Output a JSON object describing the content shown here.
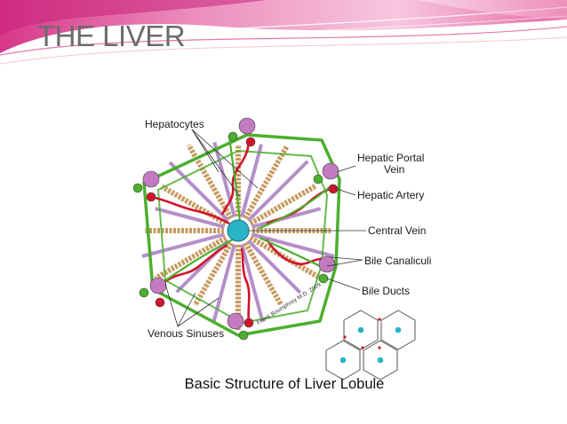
{
  "slide": {
    "title": "THE LIVER"
  },
  "figure": {
    "caption": "Basic Structure of Liver Lobule",
    "credit": "Frank Boumphrey M.D. 2009",
    "labels": {
      "hepatocytes": "Hepatocytes",
      "hepatic_portal_vein_line1": "Hepatic Portal",
      "hepatic_portal_vein_line2": "Vein",
      "hepatic_artery": "Hepatic Artery",
      "central_vein": "Central Vein",
      "bile_canaliculi": "Bile Canaliculi",
      "bile_ducts": "Bile Ducts",
      "venous_sinuses": "Venous Sinuses"
    }
  },
  "colors": {
    "banner_pink": "#e0559a",
    "banner_light": "#f4b3d2",
    "title_gray": "#6b6b6b",
    "sinus_purple": "#b58fc9",
    "septum_green": "#4caf2e",
    "artery_red": "#d0142b",
    "portal_vein_purple": "#c37ac0",
    "central_vein_teal": "#2ab3c7",
    "hepatocyte_tan": "#c79a5f"
  }
}
